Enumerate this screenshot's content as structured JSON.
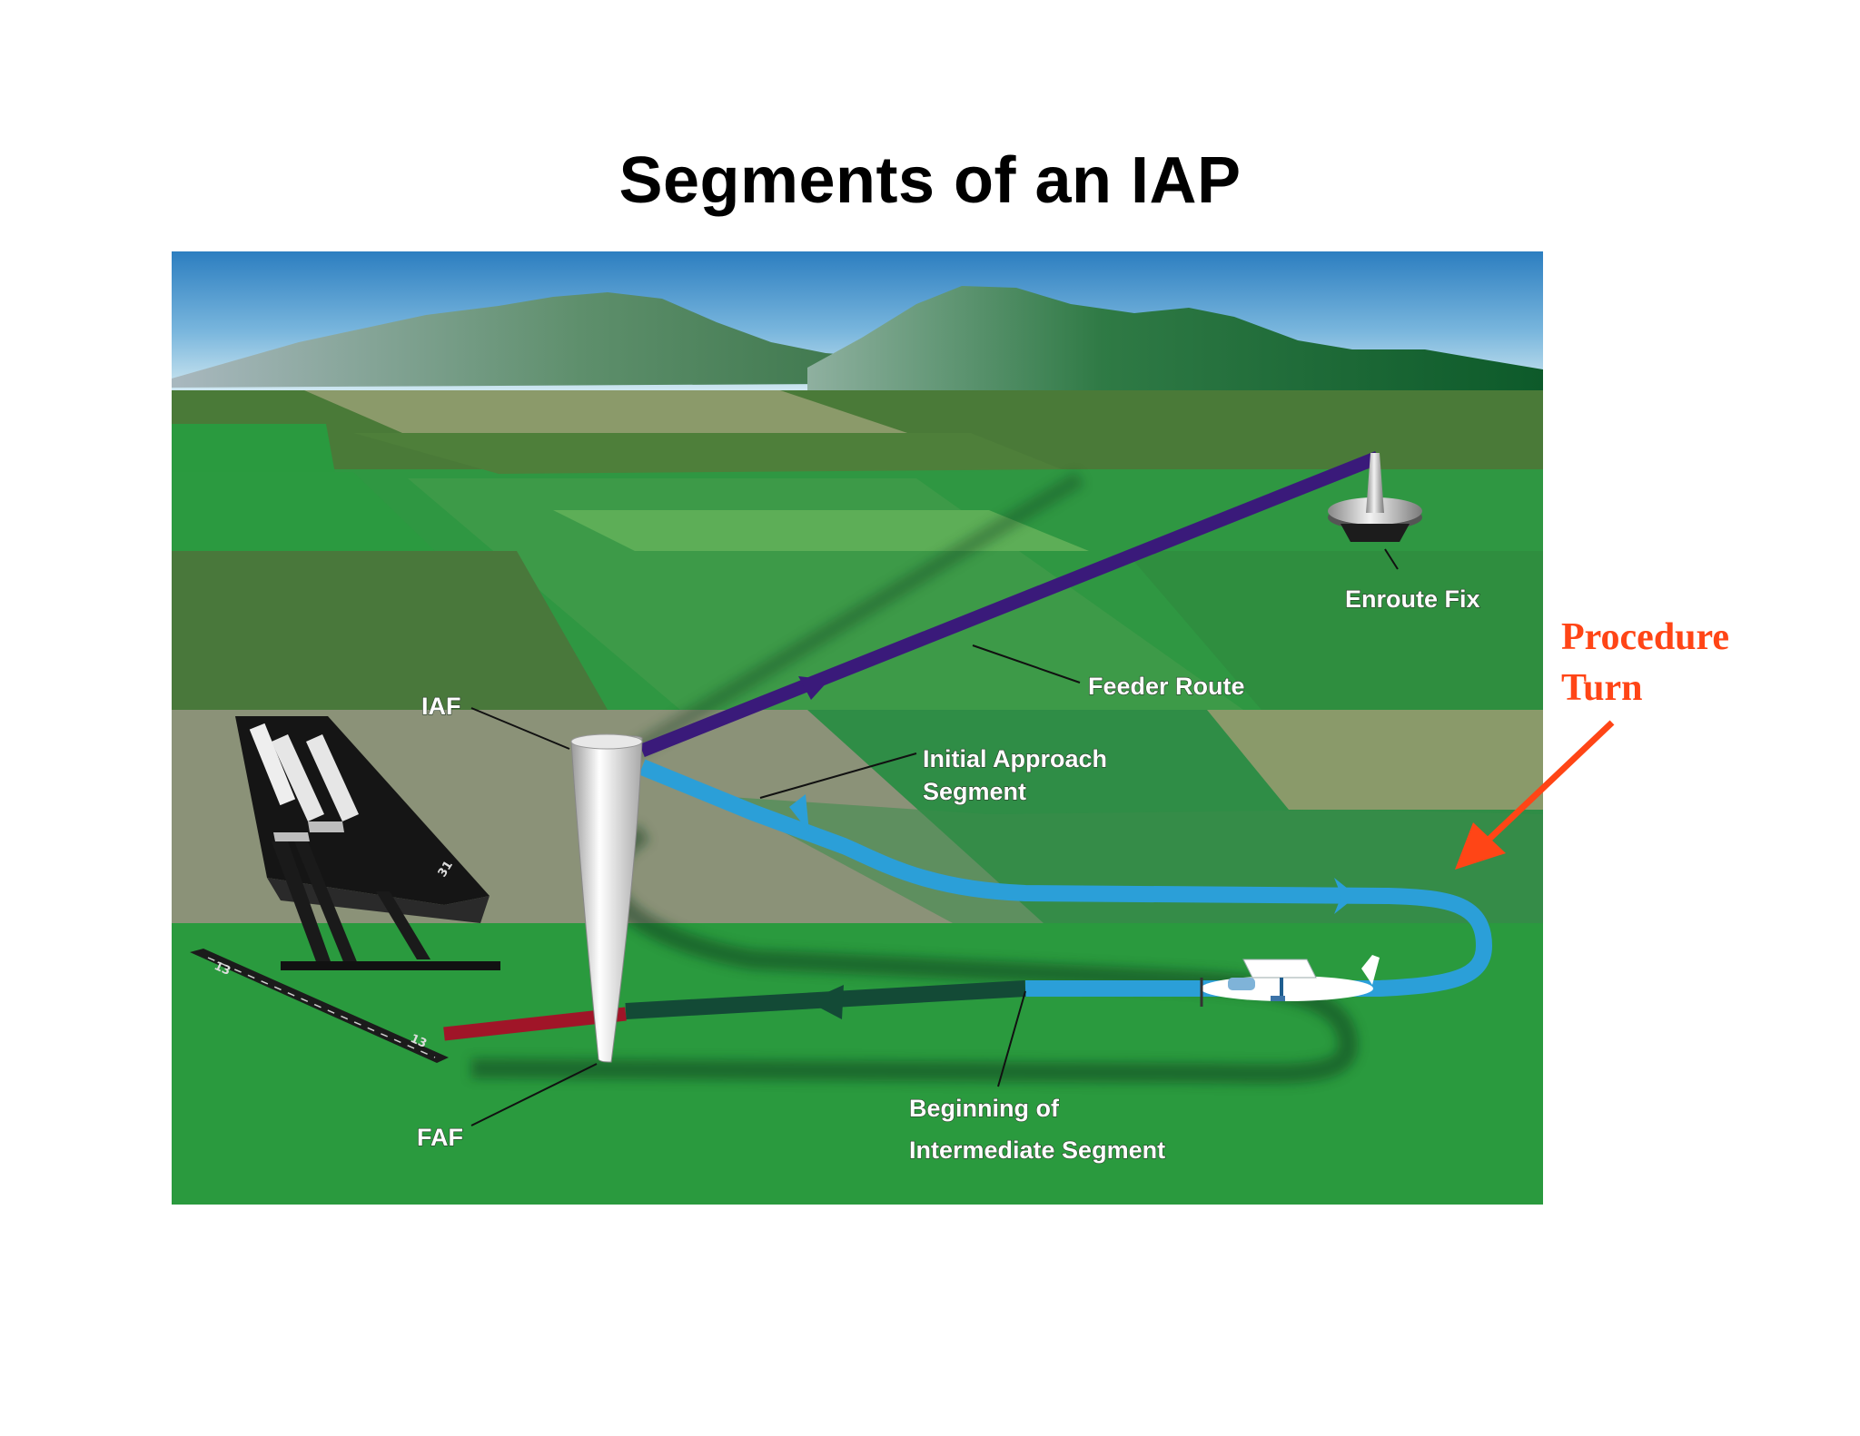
{
  "title": "Segments of an IAP",
  "labels": {
    "enroute_fix": "Enroute Fix",
    "feeder_route": "Feeder Route",
    "iaf": "IAF",
    "initial_line1": "Initial Approach",
    "initial_line2": "Segment",
    "intermediate_line1": "Beginning of",
    "intermediate_line2": "Intermediate Segment",
    "faf": "FAF",
    "runway_a": "13",
    "runway_b": "31",
    "runway_c": "13"
  },
  "callout": {
    "line1": "Procedure",
    "line2": "Turn"
  },
  "colors": {
    "feeder_route": "#3a1a7a",
    "initial_segment": "#2b9fd8",
    "intermediate_segment": "#134a36",
    "final_segment": "#a01528",
    "callout": "#ff4516"
  }
}
